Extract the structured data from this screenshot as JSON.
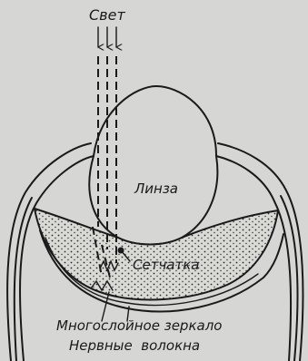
{
  "labels": {
    "light": "Свет",
    "lens": "Линза",
    "retina": "Сетчатка",
    "mirror": "Многослойное зеркало",
    "fibers": "Нервные  волокна"
  },
  "colors": {
    "background": "#d6d6d4",
    "ink": "#1a1a1a"
  }
}
